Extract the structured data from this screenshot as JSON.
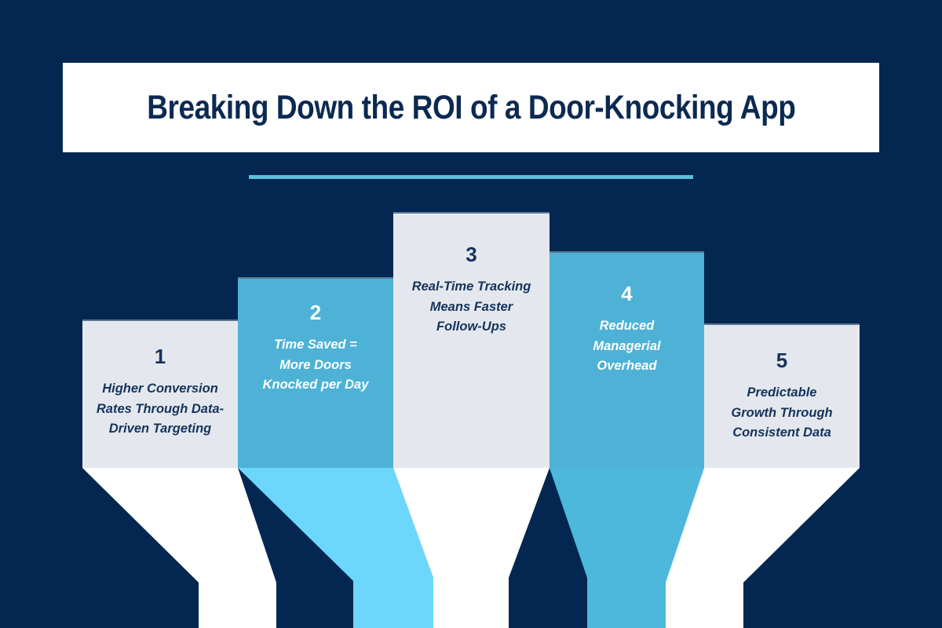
{
  "header": {
    "title": "Breaking Down the ROI of a Door-Knocking App",
    "divider_color": "#5bbedb",
    "card_background": "#ffffff",
    "title_color": "#0b2a52"
  },
  "theme": {
    "background": "#032750",
    "light_panel": "#e4e8ee",
    "blue_panel": "#4db2d6",
    "ribbon_light_blue": "#6dd7fb",
    "ribbon_blue": "#4db8dc",
    "ribbon_white": "#ffffff",
    "navy_text": "#15335c",
    "white_text": "#ffffff"
  },
  "chart_data": {
    "type": "bar",
    "title": "Breaking Down the ROI of a Door-Knocking App",
    "xlabel": "",
    "ylabel": "",
    "grid": false,
    "legend": "none",
    "categories": [
      "1",
      "2",
      "3",
      "4",
      "5"
    ],
    "values": [
      187,
      241,
      324,
      274,
      182
    ],
    "ylim": [
      0,
      340
    ],
    "annotations": [
      "Higher Conversion Rates Through Data-Driven Targeting",
      "Time Saved = More Doors Knocked per Day",
      "Real-Time Tracking Means Faster Follow-Ups",
      "Reduced Managerial Overhead",
      "Predictable Growth Through Consistent Data"
    ]
  },
  "columns": [
    {
      "number": "1",
      "label": "Higher Conversion\nRates Through Data-\nDriven Targeting",
      "style": "light",
      "ribbon": "white"
    },
    {
      "number": "2",
      "label": "Time Saved =\nMore Doors\nKnocked per Day",
      "style": "blue",
      "ribbon": "light-blue"
    },
    {
      "number": "3",
      "label": "Real-Time Tracking\nMeans Faster\nFollow-Ups",
      "style": "light",
      "ribbon": "white"
    },
    {
      "number": "4",
      "label": "Reduced\nManagerial\nOverhead",
      "style": "blue",
      "ribbon": "blue"
    },
    {
      "number": "5",
      "label": "Predictable\nGrowth Through\nConsistent Data",
      "style": "light",
      "ribbon": "white"
    }
  ]
}
